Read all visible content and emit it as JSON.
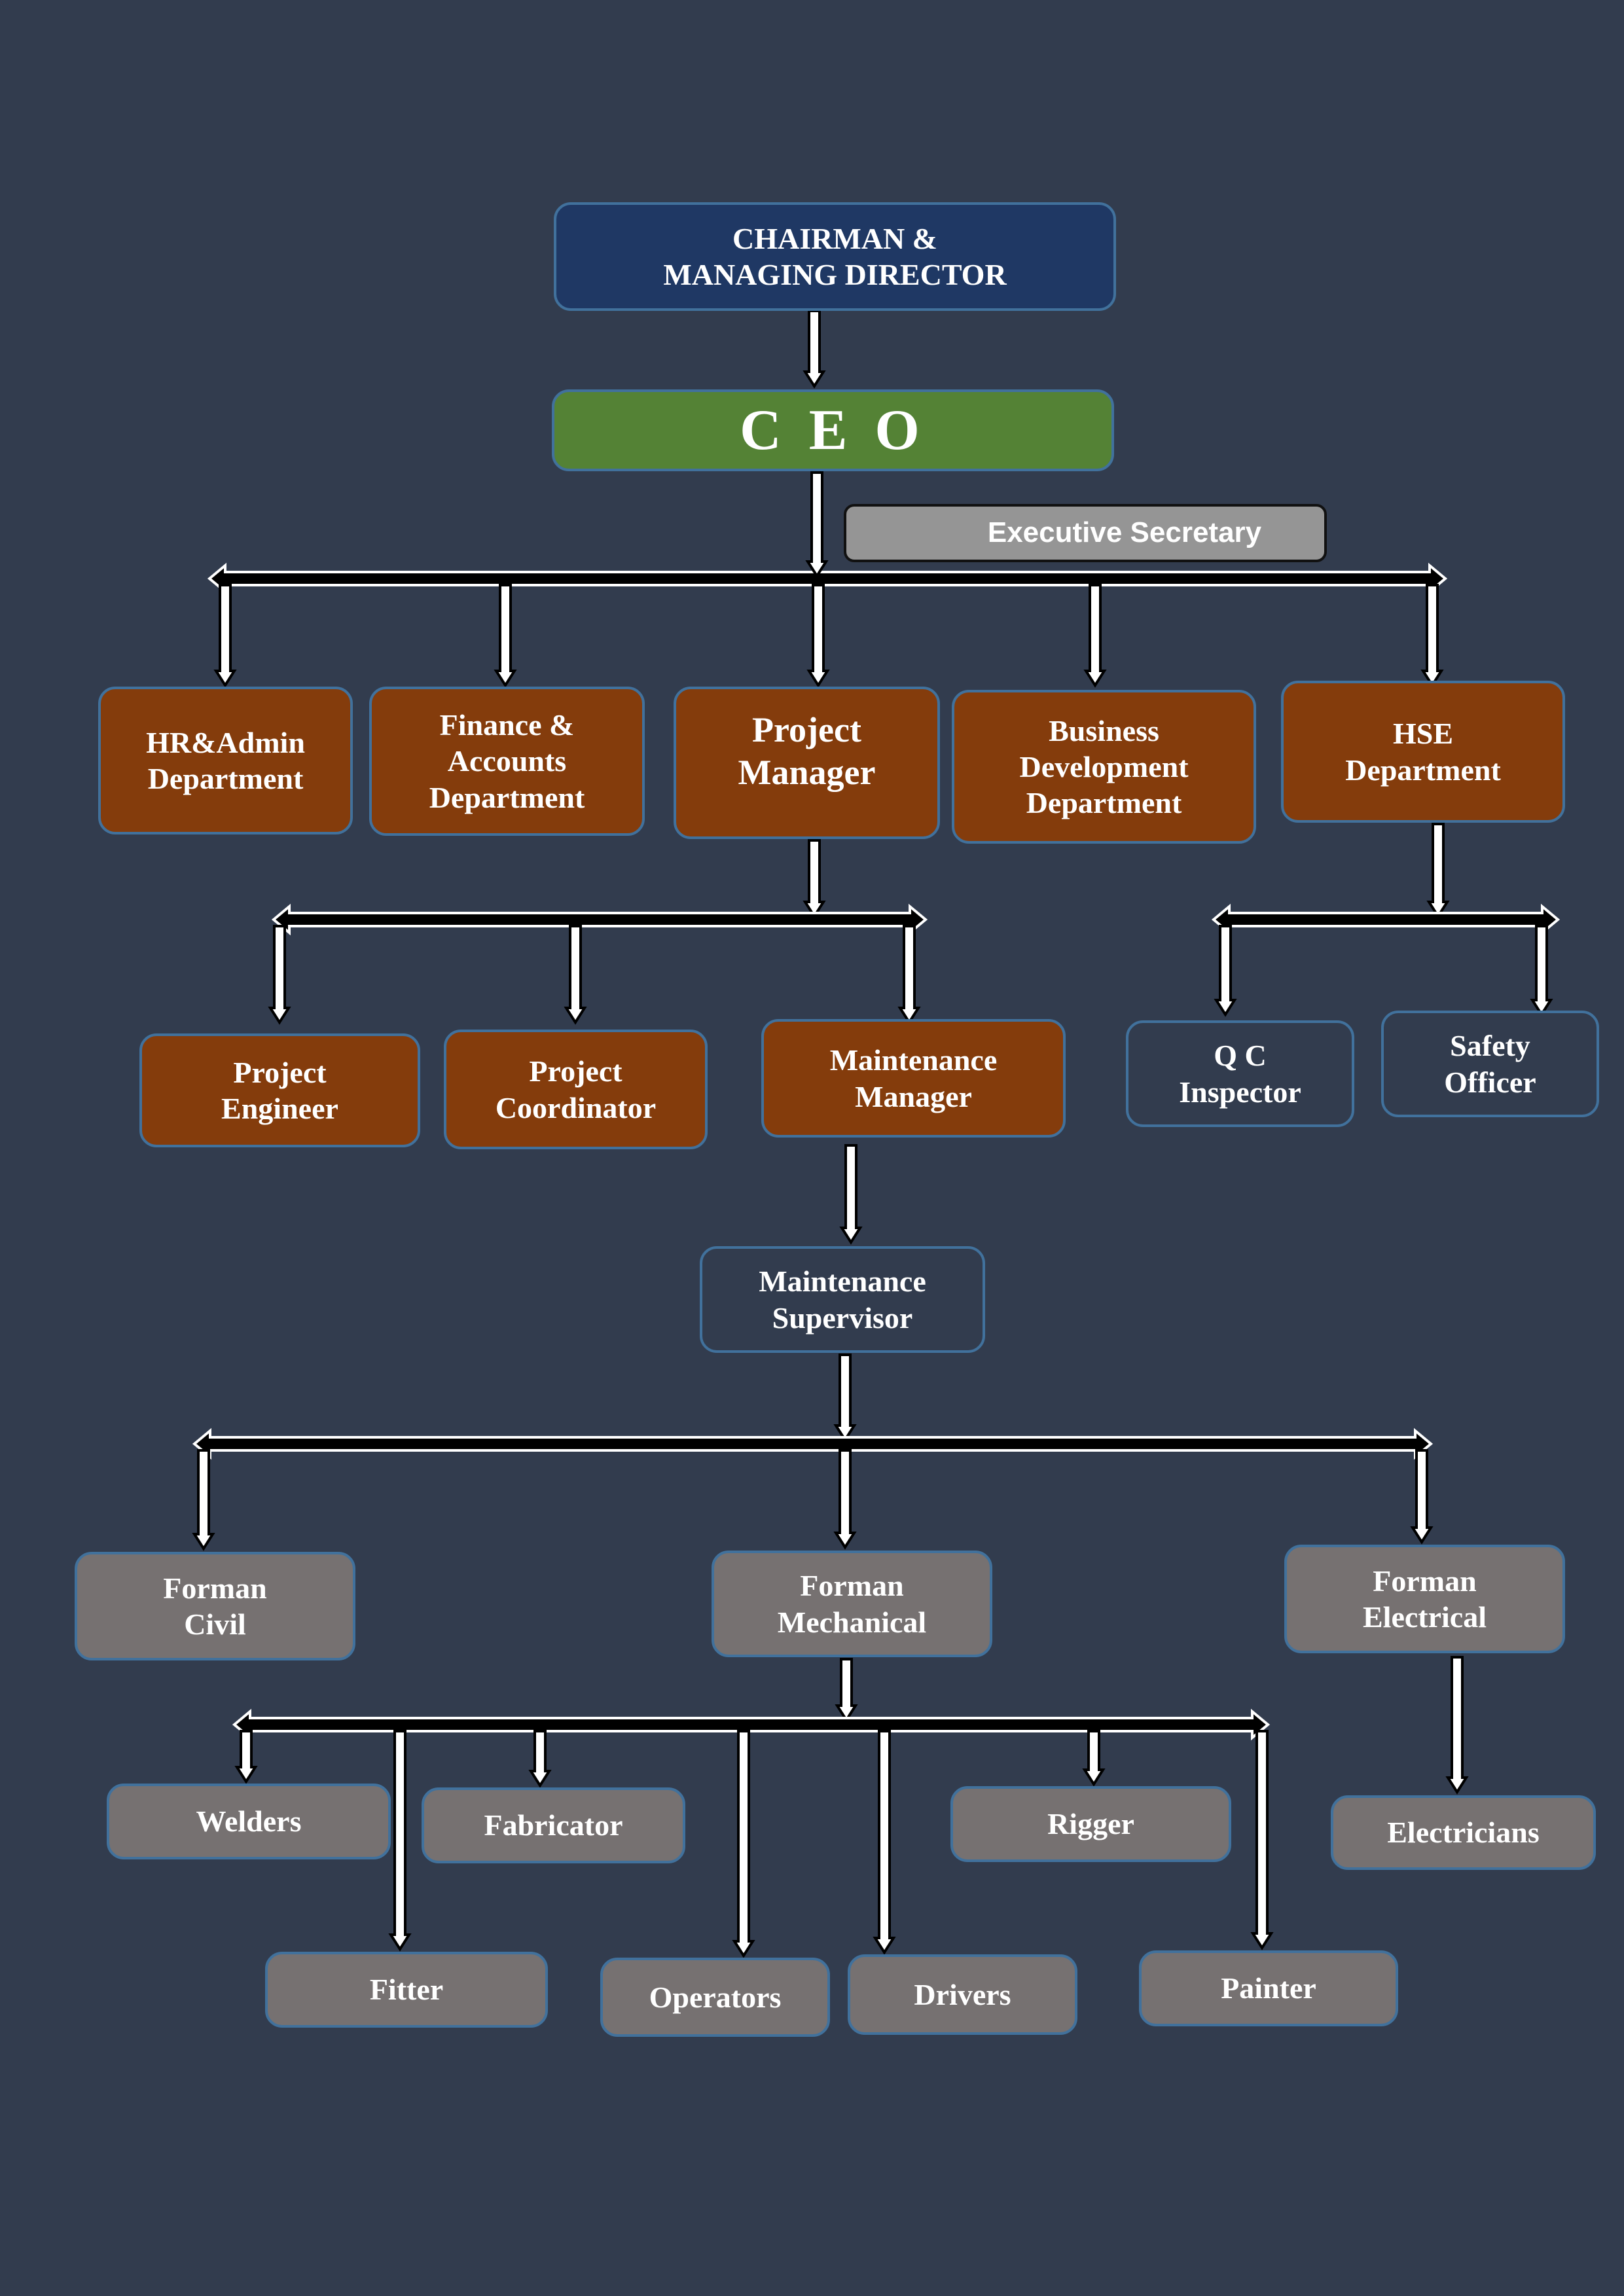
{
  "colors": {
    "background": "#323c4e",
    "chairman": "#1f3864",
    "ceo": "#548235",
    "department": "#843c0c",
    "staff": "#767171",
    "secretary": "#959595",
    "border": "#41719c"
  },
  "nodes": {
    "chairman": "CHAIRMAN &\nMANAGING DIRECTOR",
    "ceo": "C E O",
    "executive_secretary": "Executive Secretary",
    "hr_admin": "HR&Admin\nDepartment",
    "finance": "Finance &\nAccounts\nDepartment",
    "project_manager": "Project\nManager",
    "business_development": "Business\nDevelopment\nDepartment",
    "hse": "HSE\nDepartment",
    "project_engineer": "Project\nEngineer",
    "project_coordinator": "Project\nCoordinator",
    "maintenance_manager": "Maintenance\nManager",
    "qc_inspector": "Q C\nInspector",
    "safety_officer": "Safety\nOfficer",
    "maintenance_supervisor": "Maintenance\nSupervisor",
    "forman_civil": "Forman\nCivil",
    "forman_mechanical": "Forman\nMechanical",
    "forman_electrical": "Forman\nElectrical",
    "welders": "Welders",
    "fabricator": "Fabricator",
    "rigger": "Rigger",
    "electricians": "Electricians",
    "fitter": "Fitter",
    "operators": "Operators",
    "drivers": "Drivers",
    "painter": "Painter"
  }
}
